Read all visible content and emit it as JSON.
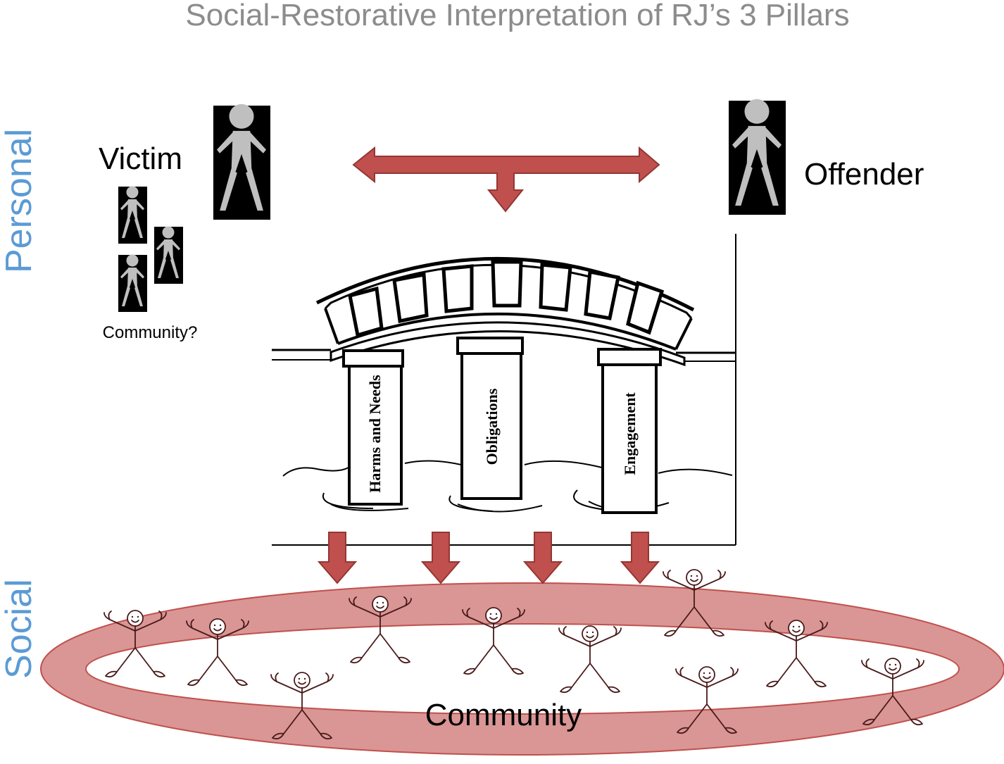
{
  "title": "Social-Restorative Interpretation of RJ’s 3 Pillars",
  "side_labels": {
    "personal": "Personal",
    "social": "Social"
  },
  "people": {
    "victim": "Victim",
    "offender": "Offender",
    "community_question": "Community?"
  },
  "pillars": [
    "Harms and Needs",
    "Obligations",
    "Engagement"
  ],
  "community_label": "Community",
  "colors": {
    "title": "#8c8c8c",
    "side_label": "#5b9bd5",
    "arrow_fill": "#c0504d",
    "arrow_stroke": "#943634",
    "ring": "#d99694",
    "ring_stroke": "#c0504d",
    "figure_bg": "#000000",
    "figure": "#bfbfbf",
    "stick_person": "#4a1a1a"
  },
  "icons": [
    "person-silhouette-icon",
    "stick-person-icon",
    "double-arrow-icon",
    "down-arrow-icon"
  ]
}
